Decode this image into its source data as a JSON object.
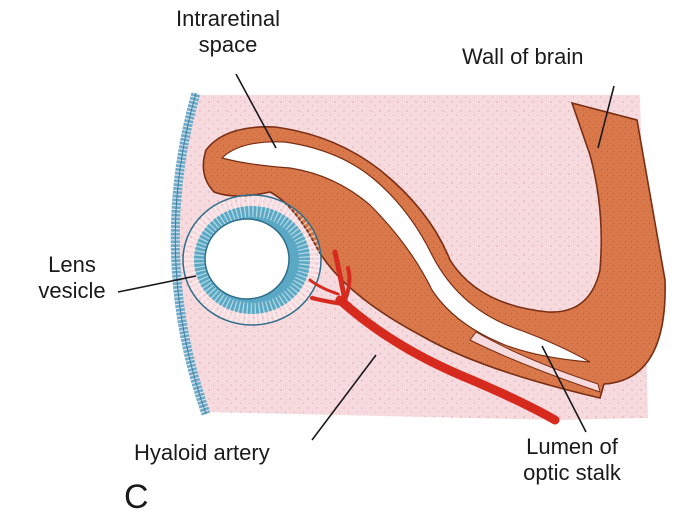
{
  "diagram": {
    "panel_letter": "C",
    "labels": {
      "intraretinal_space": [
        "Intraretinal",
        "space"
      ],
      "wall_of_brain": "Wall of brain",
      "lens_vesicle": [
        "Lens",
        "vesicle"
      ],
      "hyaloid_artery": "Hyaloid artery",
      "lumen_optic_stalk": [
        "Lumen of",
        "optic stalk"
      ]
    },
    "colors": {
      "mesenchyme": "#f7dade",
      "neural_tissue": "#d9784a",
      "neural_outline": "#7a2e14",
      "lens": "#5aa8c4",
      "surface_ectoderm": "#6fa9c8",
      "artery": "#d62a1e",
      "label_text": "#1a1a1a"
    }
  }
}
